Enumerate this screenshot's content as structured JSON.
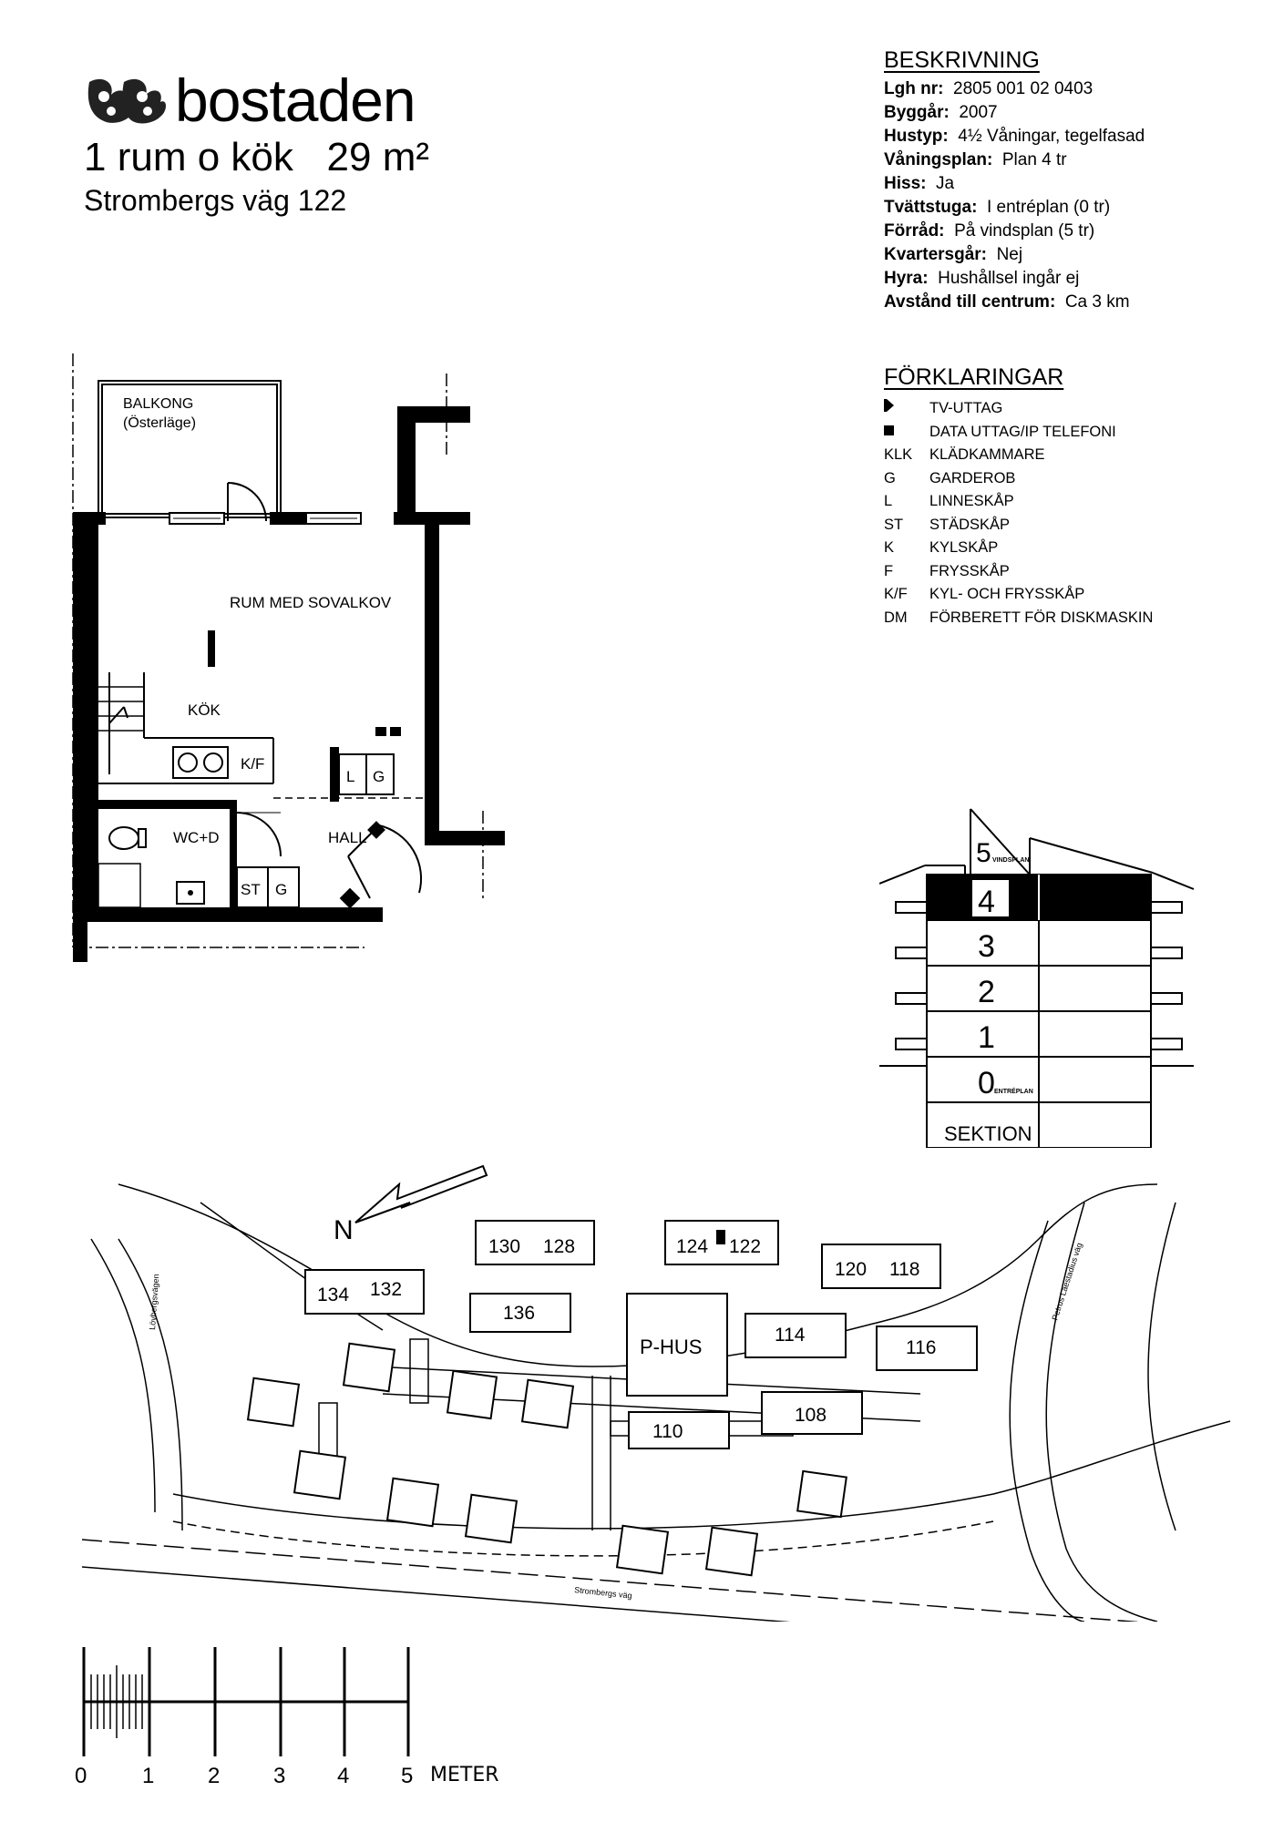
{
  "header": {
    "brand": "bostaden",
    "title": "1 rum o kök   29 m²",
    "address": "Strombergs väg 122"
  },
  "description": {
    "heading": "BESKRIVNING",
    "rows": [
      {
        "label": "Lgh nr:",
        "value": "2805 001 02 0403"
      },
      {
        "label": "Byggår:",
        "value": "2007"
      },
      {
        "label": "Hustyp:",
        "value": "4½ Våningar, tegelfasad"
      },
      {
        "label": "Våningsplan:",
        "value": "Plan 4 tr"
      },
      {
        "label": "Hiss:",
        "value": "Ja"
      },
      {
        "label": "Tvättstuga:",
        "value": "I entréplan (0 tr)"
      },
      {
        "label": "Förråd:",
        "value": "På vindsplan (5 tr)"
      },
      {
        "label": "Kvartersgår:",
        "value": "Nej"
      },
      {
        "label": "Hyra:",
        "value": "Hushållsel ingår ej"
      },
      {
        "label": "Avstånd till centrum:",
        "value": "Ca 3 km"
      }
    ]
  },
  "legend": {
    "heading": "FÖRKLARINGAR",
    "items": [
      {
        "abbr": "",
        "icon": "tv-outlet-icon",
        "text": "TV-UTTAG"
      },
      {
        "abbr": "",
        "icon": "data-outlet-icon",
        "text": "DATA UTTAG/IP TELEFONI"
      },
      {
        "abbr": "KLK",
        "text": "KLÄDKAMMARE"
      },
      {
        "abbr": "G",
        "text": "GARDEROB"
      },
      {
        "abbr": "L",
        "text": "LINNESKÅP"
      },
      {
        "abbr": "ST",
        "text": "STÄDSKÅP"
      },
      {
        "abbr": "K",
        "text": "KYLSKÅP"
      },
      {
        "abbr": "F",
        "text": "FRYSSKÅP"
      },
      {
        "abbr": "K/F",
        "text": "KYL- OCH FRYSSKÅP"
      },
      {
        "abbr": "DM",
        "text": "FÖRBERETT FÖR DISKMASKIN"
      }
    ]
  },
  "floorplan": {
    "balcony": "BALKONG",
    "balcony_orientation": "(Österläge)",
    "room": "RUM MED SOVALKOV",
    "kitchen": "KÖK",
    "kf": "K/F",
    "l": "L",
    "g": "G",
    "wc": "WC+D",
    "hall": "HALL",
    "st": "ST",
    "g2": "G"
  },
  "section": {
    "caption": "SEKTION",
    "current_floor": "4",
    "floors": [
      {
        "num": "5",
        "sub": "VINDSPLAN"
      },
      {
        "num": "4",
        "sub": ""
      },
      {
        "num": "3",
        "sub": ""
      },
      {
        "num": "2",
        "sub": ""
      },
      {
        "num": "1",
        "sub": ""
      },
      {
        "num": "0",
        "sub": "ENTRÉPLAN"
      }
    ]
  },
  "siteplan": {
    "north": "N",
    "parking": "P-HUS",
    "buildings": [
      "130",
      "128",
      "124",
      "122",
      "120",
      "118",
      "134",
      "132",
      "136",
      "114",
      "116",
      "108",
      "110"
    ],
    "roads": [
      "Strombergs väg",
      "Petrus Laestadius väg",
      "Lövbergsvägen"
    ]
  },
  "scale": {
    "unit": "METER",
    "ticks": [
      "0",
      "1",
      "2",
      "3",
      "4",
      "5"
    ]
  }
}
